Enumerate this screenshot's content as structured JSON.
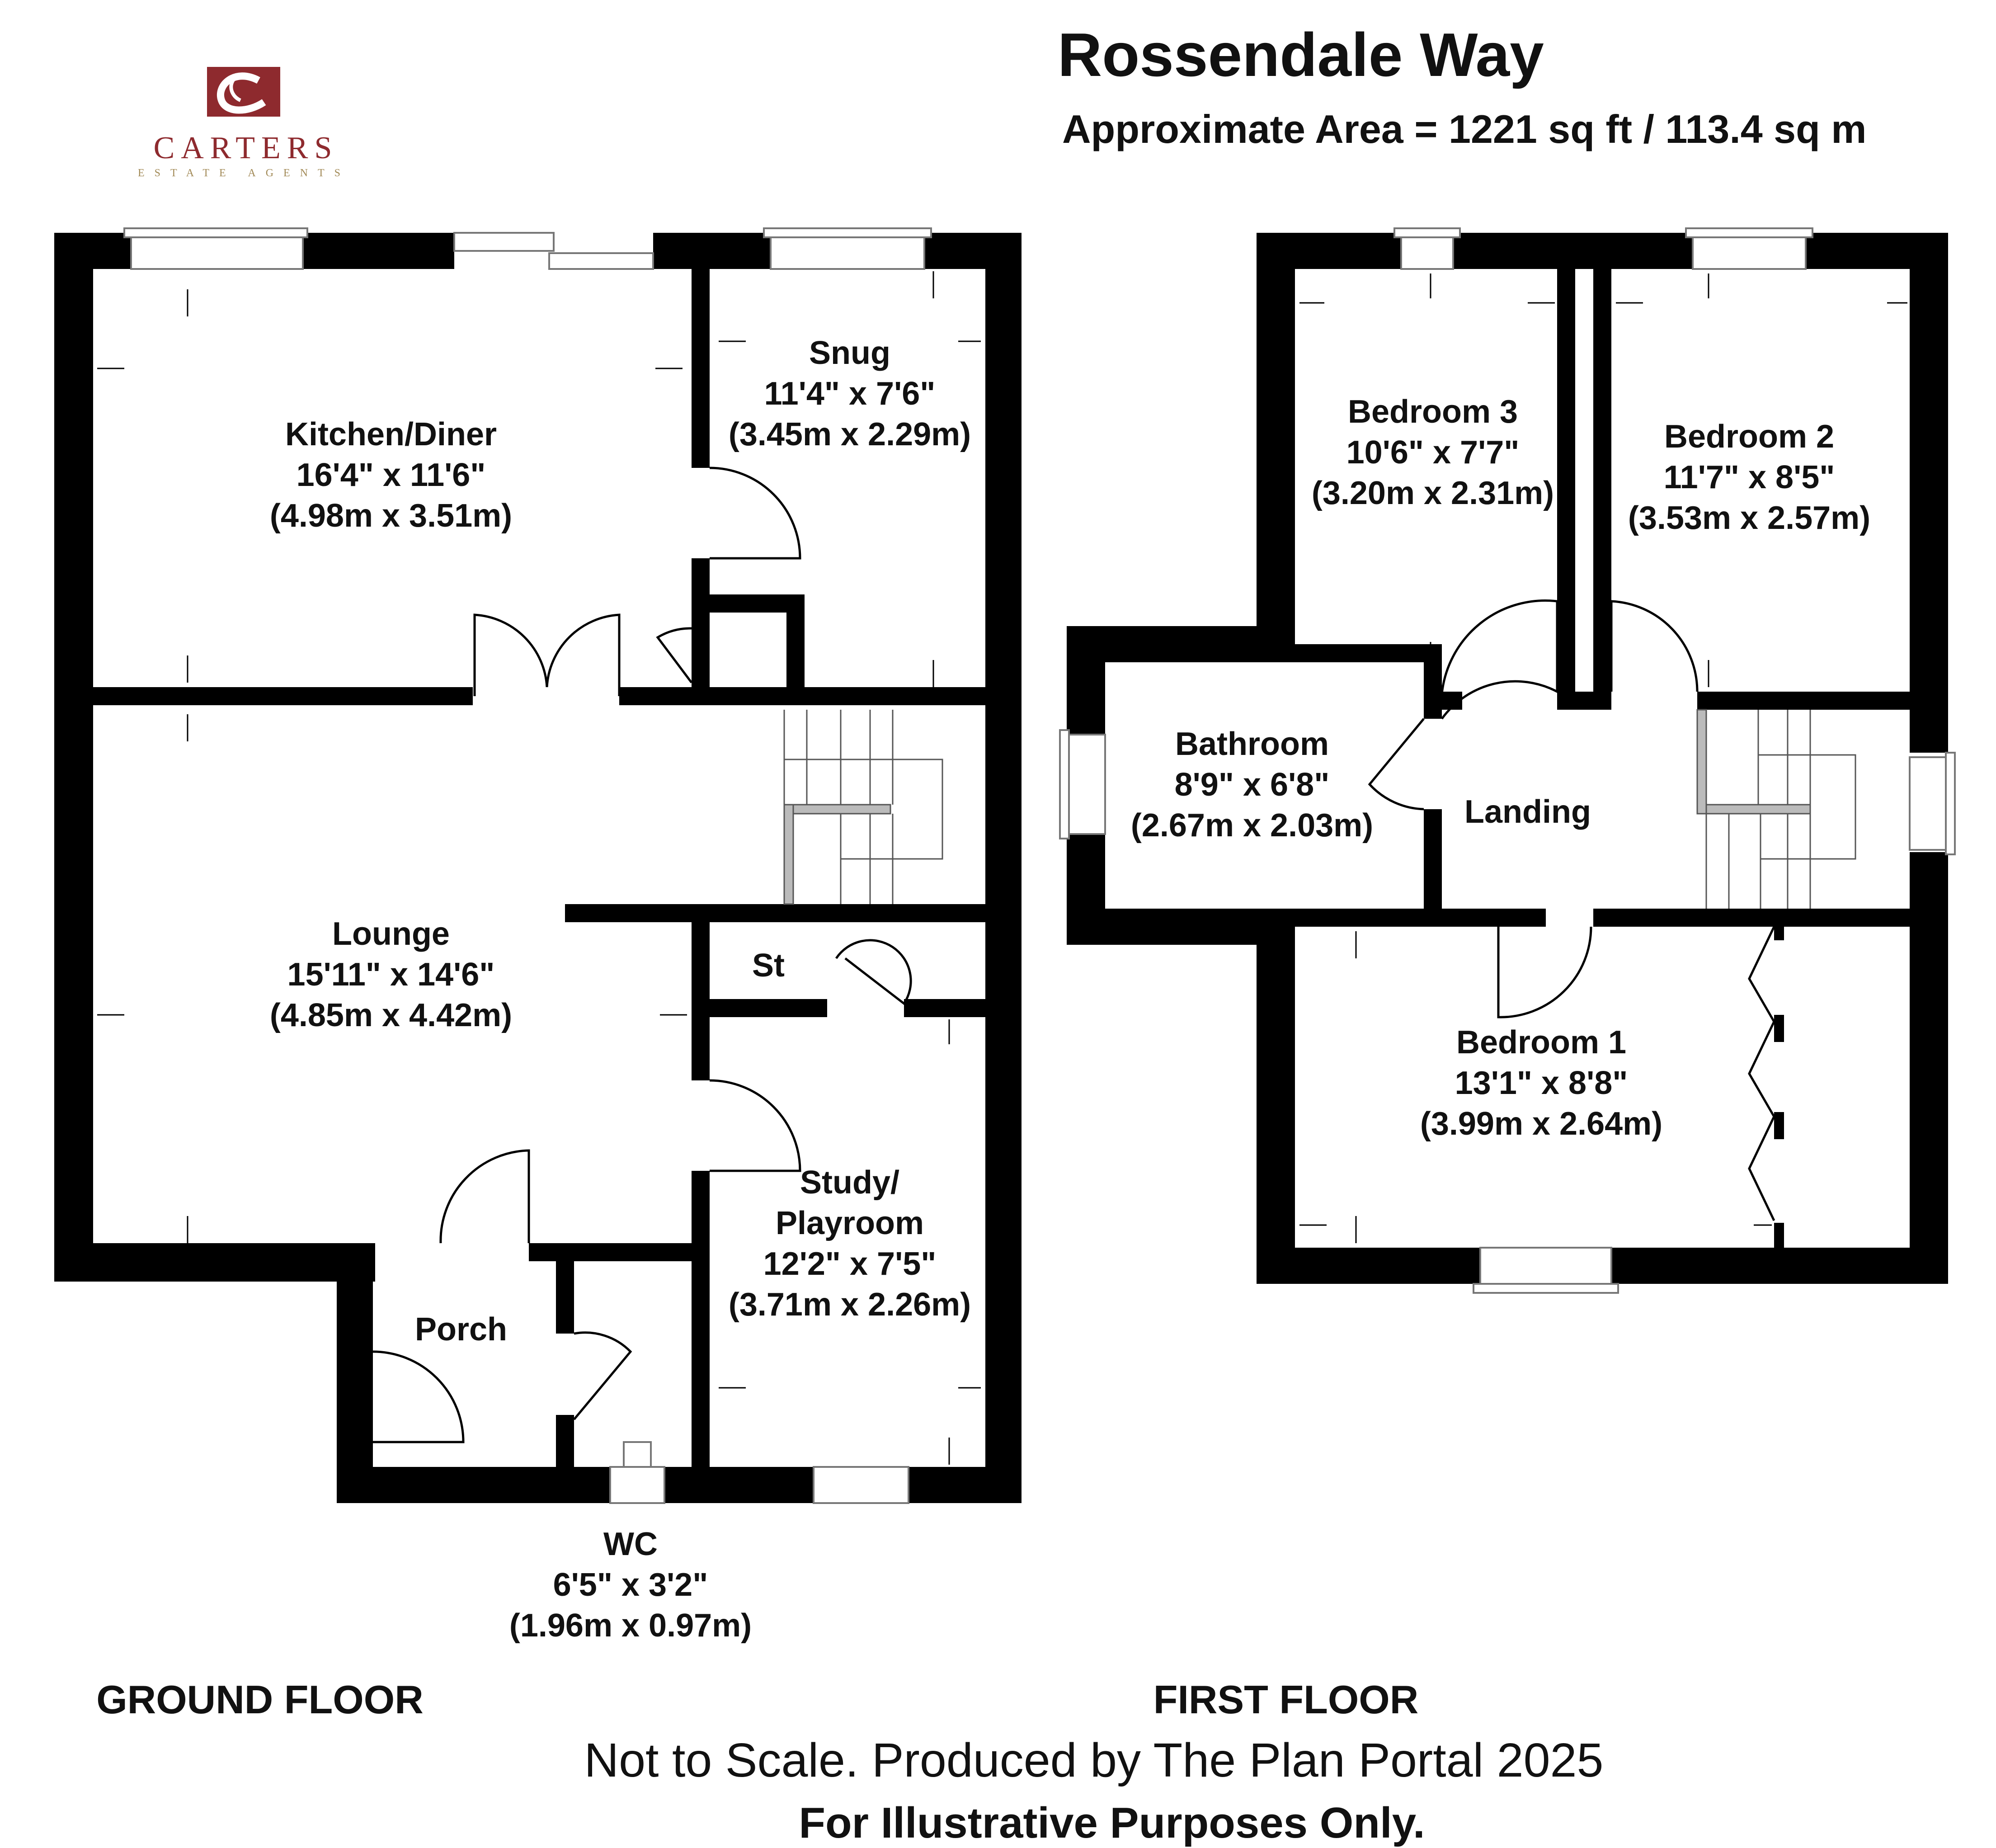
{
  "header": {
    "title": "Rossendale Way",
    "area": "Approximate Area = 1221 sq ft / 113.4 sq m"
  },
  "brand": {
    "name": "CARTERS",
    "tagline": "ESTATE AGENTS",
    "logo_icon": "c-monogram-logo",
    "color": "#8e2a2e",
    "accent": "#a28a57"
  },
  "ground_floor": {
    "label": "GROUND FLOOR",
    "rooms": [
      {
        "name": "Kitchen/Diner",
        "imperial": "16'4\" x 11'6\"",
        "metric": "(4.98m x 3.51m)"
      },
      {
        "name": "Snug",
        "imperial": "11'4\" x 7'6\"",
        "metric": "(3.45m x 2.29m)"
      },
      {
        "name": "Lounge",
        "imperial": "15'11\" x 14'6\"",
        "metric": "(4.85m x 4.42m)"
      },
      {
        "name": "St"
      },
      {
        "name": "Study/",
        "name2": "Playroom",
        "imperial": "12'2\" x 7'5\"",
        "metric": "(3.71m x 2.26m)"
      },
      {
        "name": "Porch"
      },
      {
        "name": "WC",
        "imperial": "6'5\" x 3'2\"",
        "metric": "(1.96m x 0.97m)"
      }
    ]
  },
  "first_floor": {
    "label": "FIRST FLOOR",
    "rooms": [
      {
        "name": "Bedroom 3",
        "imperial": "10'6\" x 7'7\"",
        "metric": "(3.20m x 2.31m)"
      },
      {
        "name": "Bedroom 2",
        "imperial": "11'7\" x 8'5\"",
        "metric": "(3.53m x 2.57m)"
      },
      {
        "name": "Bathroom",
        "imperial": "8'9\" x 6'8\"",
        "metric": "(2.67m x 2.03m)"
      },
      {
        "name": "Landing"
      },
      {
        "name": "Bedroom 1",
        "imperial": "13'1\" x 8'8\"",
        "metric": "(3.99m x 2.64m)"
      }
    ]
  },
  "footer": {
    "note": "Not to Scale. Produced by The Plan Portal 2025",
    "disclaimer": "For Illustrative Purposes Only."
  }
}
